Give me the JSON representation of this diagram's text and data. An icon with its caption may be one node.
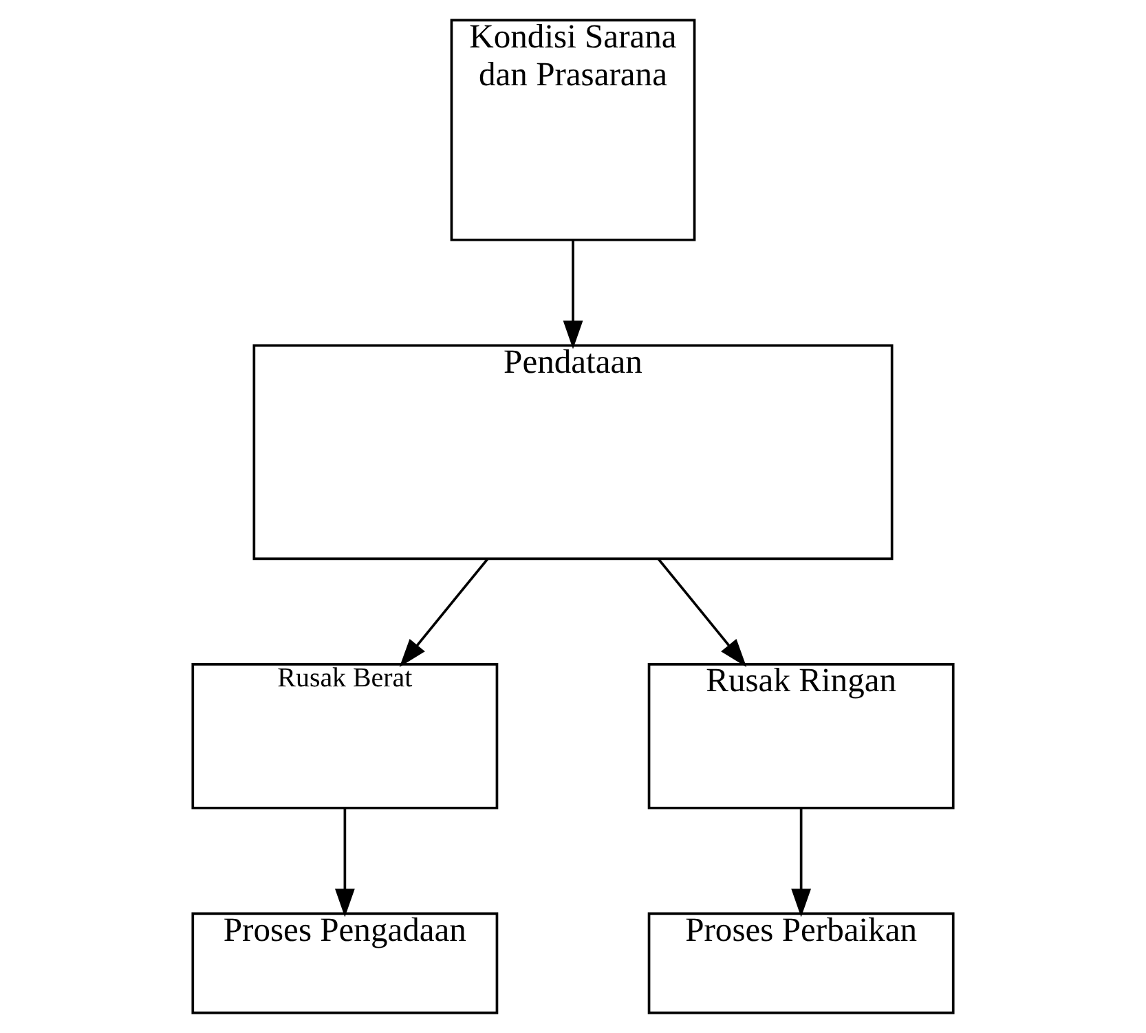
{
  "diagram": {
    "nodes": [
      {
        "text": [
          "Kondisi Sarana dan Prasarana"
        ]
      },
      {
        "text": [
          "Pendataan"
        ]
      },
      {
        "text": [
          "Rusak Berat"
        ]
      },
      {
        "text": [
          "Rusak Ringan"
        ]
      },
      {
        "text": [
          "Proses Pengadaan"
        ]
      },
      {
        "text": [
          "Proses Perbaikan"
        ]
      }
    ],
    "edges": [
      {
        "from": 0,
        "to": 1,
        "arrow": "to"
      },
      {
        "from": 1,
        "to": 2,
        "arrow": "to"
      },
      {
        "from": 1,
        "to": 3,
        "arrow": "to"
      },
      {
        "from": 2,
        "to": 4,
        "arrow": "to"
      },
      {
        "from": 3,
        "to": 5,
        "arrow": "to"
      }
    ]
  }
}
